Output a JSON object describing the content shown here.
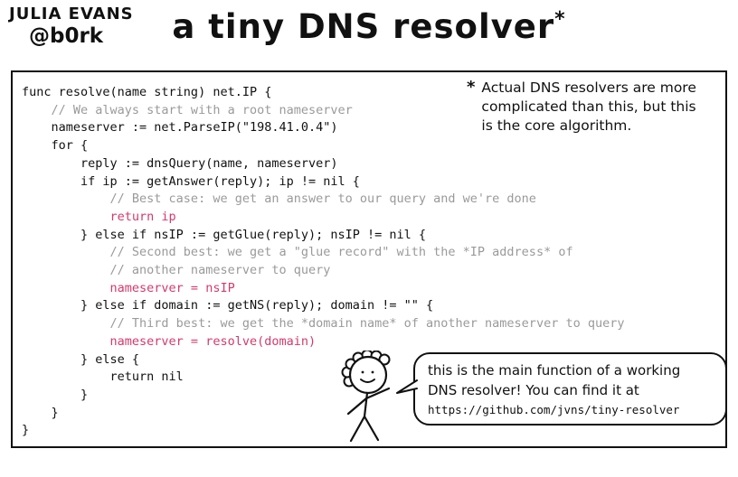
{
  "header": {
    "author_name": "JULIA EVANS",
    "author_handle": "@b0rk",
    "title": "a tiny DNS resolver",
    "title_asterisk": "*"
  },
  "footnote": {
    "marker": "*",
    "lines": [
      "Actual DNS resolvers are more",
      "complicated than this, but this",
      "is the core algorithm."
    ]
  },
  "code": {
    "lines": [
      {
        "text": "func resolve(name string) net.IP {",
        "type": "plain"
      },
      {
        "text": "    // We always start with a root nameserver",
        "type": "comment"
      },
      {
        "text": "    nameserver := net.ParseIP(\"198.41.0.4\")",
        "type": "plain"
      },
      {
        "text": "    for {",
        "type": "plain"
      },
      {
        "text": "        reply := dnsQuery(name, nameserver)",
        "type": "plain"
      },
      {
        "text": "        if ip := getAnswer(reply); ip != nil {",
        "type": "plain"
      },
      {
        "text": "            // Best case: we get an answer to our query and we're done",
        "type": "comment"
      },
      {
        "text": "            return ip",
        "type": "highlight"
      },
      {
        "text": "        } else if nsIP := getGlue(reply); nsIP != nil {",
        "type": "plain"
      },
      {
        "text": "            // Second best: we get a \"glue record\" with the *IP address* of",
        "type": "comment"
      },
      {
        "text": "            // another nameserver to query",
        "type": "comment"
      },
      {
        "text": "            nameserver = nsIP",
        "type": "highlight"
      },
      {
        "text": "        } else if domain := getNS(reply); domain != \"\" {",
        "type": "plain"
      },
      {
        "text": "            // Third best: we get the *domain name* of another nameserver to query",
        "type": "comment"
      },
      {
        "text": "            nameserver = resolve(domain)",
        "type": "highlight"
      },
      {
        "text": "        } else {",
        "type": "plain"
      },
      {
        "text": "            return nil",
        "type": "plain"
      },
      {
        "text": "        }",
        "type": "plain"
      },
      {
        "text": "    }",
        "type": "plain"
      },
      {
        "text": "}",
        "type": "plain"
      }
    ]
  },
  "speech_bubble": {
    "lines": [
      {
        "text": "this is the main function of a working",
        "style": "hand"
      },
      {
        "text": "DNS resolver! You can find it at",
        "style": "hand"
      },
      {
        "text": "https://github.com/jvns/tiny-resolver",
        "style": "mono"
      }
    ]
  },
  "icons": {
    "stick_figure": "smiling-person-with-curly-hair"
  },
  "colors": {
    "highlight_pink": "#d5396b",
    "comment_gray": "#9a9a9a",
    "ink_black": "#111111"
  }
}
